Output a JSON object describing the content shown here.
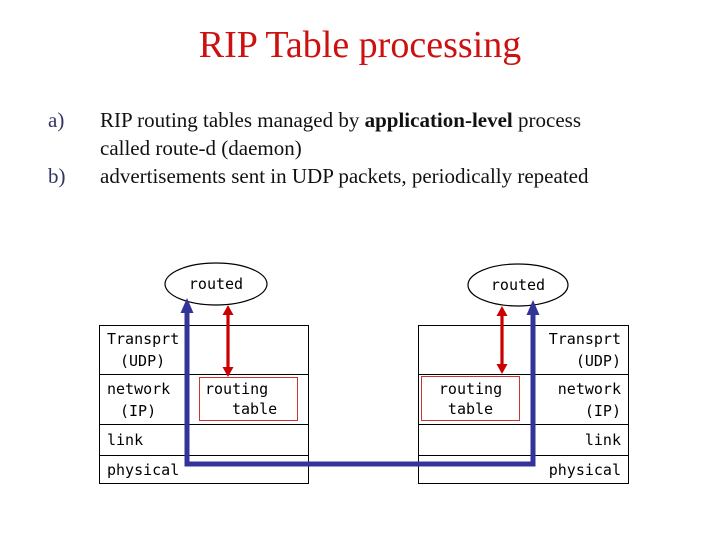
{
  "slide": {
    "title": "RIP Table processing",
    "bullets": [
      {
        "marker": "a)",
        "line1_pre": "RIP routing tables managed by ",
        "line1_bold": "application-level",
        "line1_post": " process",
        "line2": "called route-d (daemon)"
      },
      {
        "marker": "b)",
        "line1": "advertisements sent in UDP packets, periodically repeated"
      }
    ]
  },
  "diagram": {
    "process_label": "routed",
    "routing_table": {
      "line1": "routing",
      "line2": "table"
    },
    "layers": [
      {
        "line1": "Transprt",
        "line2": "(UDP)"
      },
      {
        "line1": "network",
        "line2": "(IP)"
      },
      {
        "line1": "link"
      },
      {
        "line1": "physical"
      }
    ],
    "colors": {
      "title_red": "#cc1111",
      "bullet_marker_navy": "#333366",
      "arrow_red": "#cc0000",
      "routing_box_red": "#cc3333",
      "transport_path_blue": "#333399"
    }
  }
}
